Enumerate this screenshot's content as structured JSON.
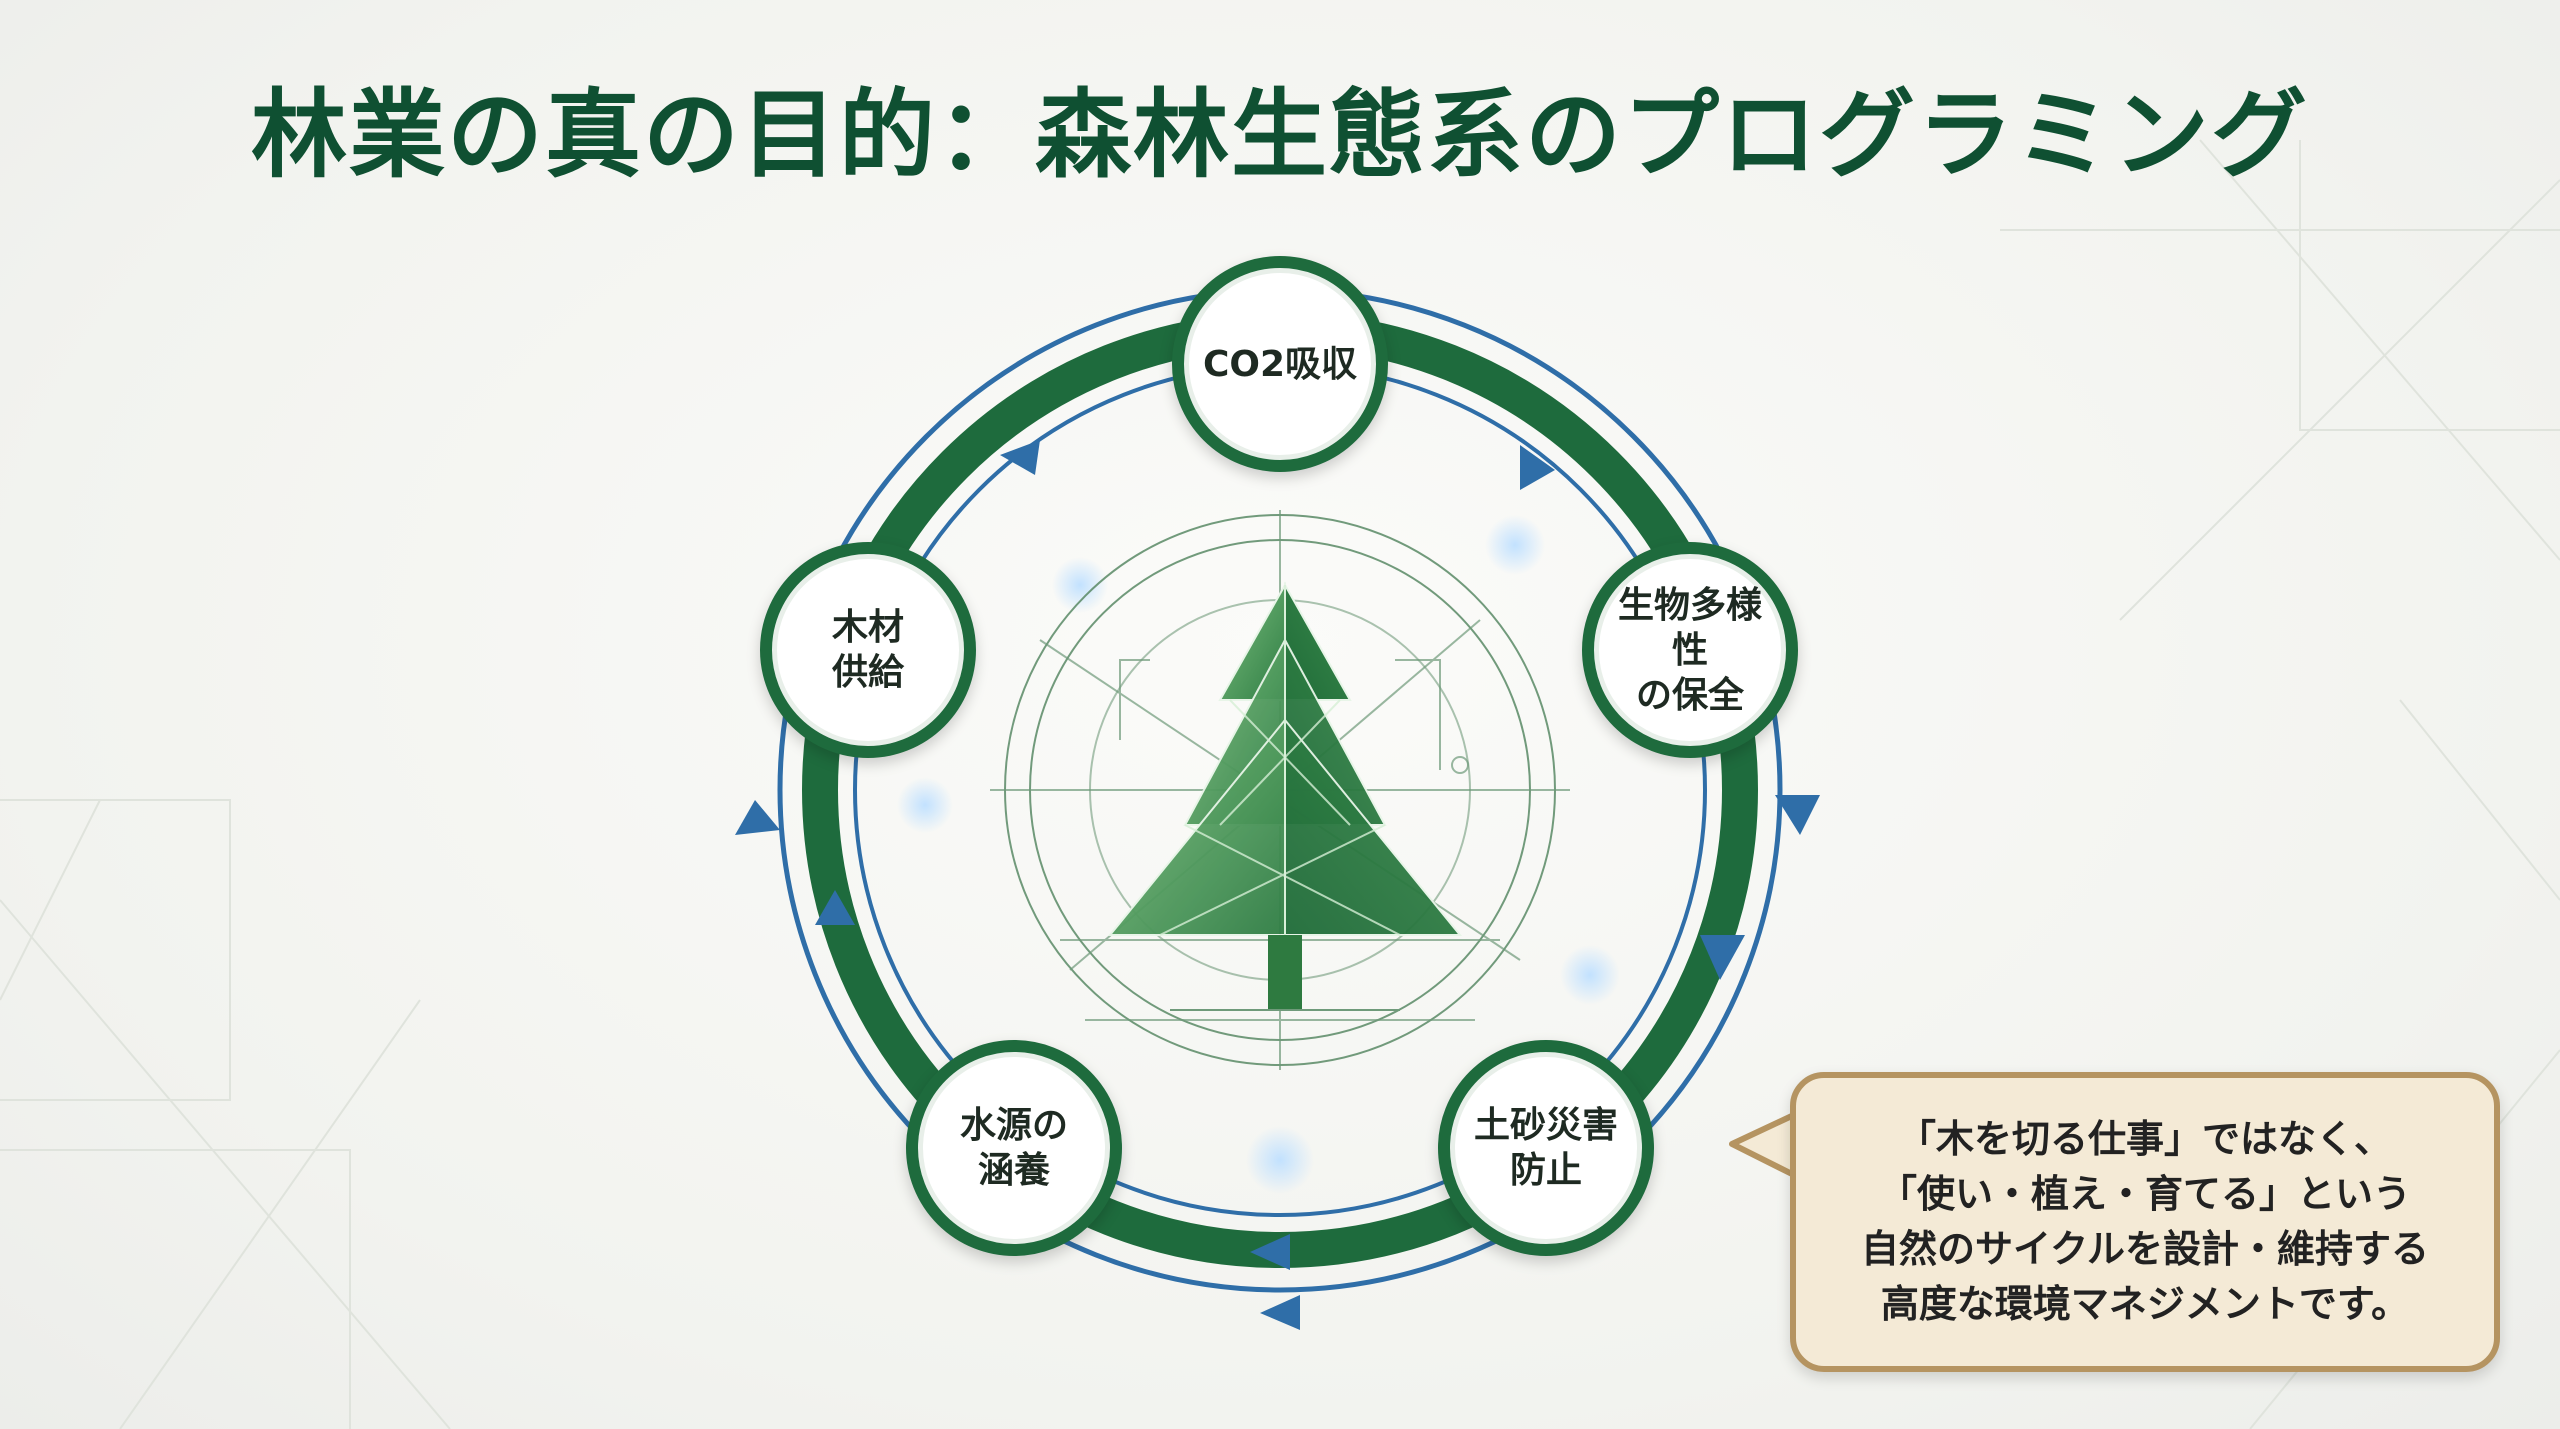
{
  "title": "林業の真の目的：森林生態系のプログラミング",
  "cycle_nodes": [
    {
      "label": "CO2吸収"
    },
    {
      "label": "生物多様性\nの保全"
    },
    {
      "label": "土砂災害\n防止"
    },
    {
      "label": "水源の\n涵養"
    },
    {
      "label": "木材\n供給"
    }
  ],
  "callout": {
    "text": "「木を切る仕事」ではなく、\n「使い・植え・育てる」という\n自然のサイクルを設計・維持する\n高度な環境マネジメントです。"
  },
  "colors": {
    "title": "#0f5032",
    "ring_dark_green": "#1e6b3d",
    "ring_blue": "#2f6ea8",
    "tree_green": "#4c9a5a",
    "callout_bg": "#f4ead6",
    "callout_border": "#b59461"
  },
  "icons": {
    "center": "tree-icon",
    "cycle_direction": "clockwise-arrows"
  }
}
